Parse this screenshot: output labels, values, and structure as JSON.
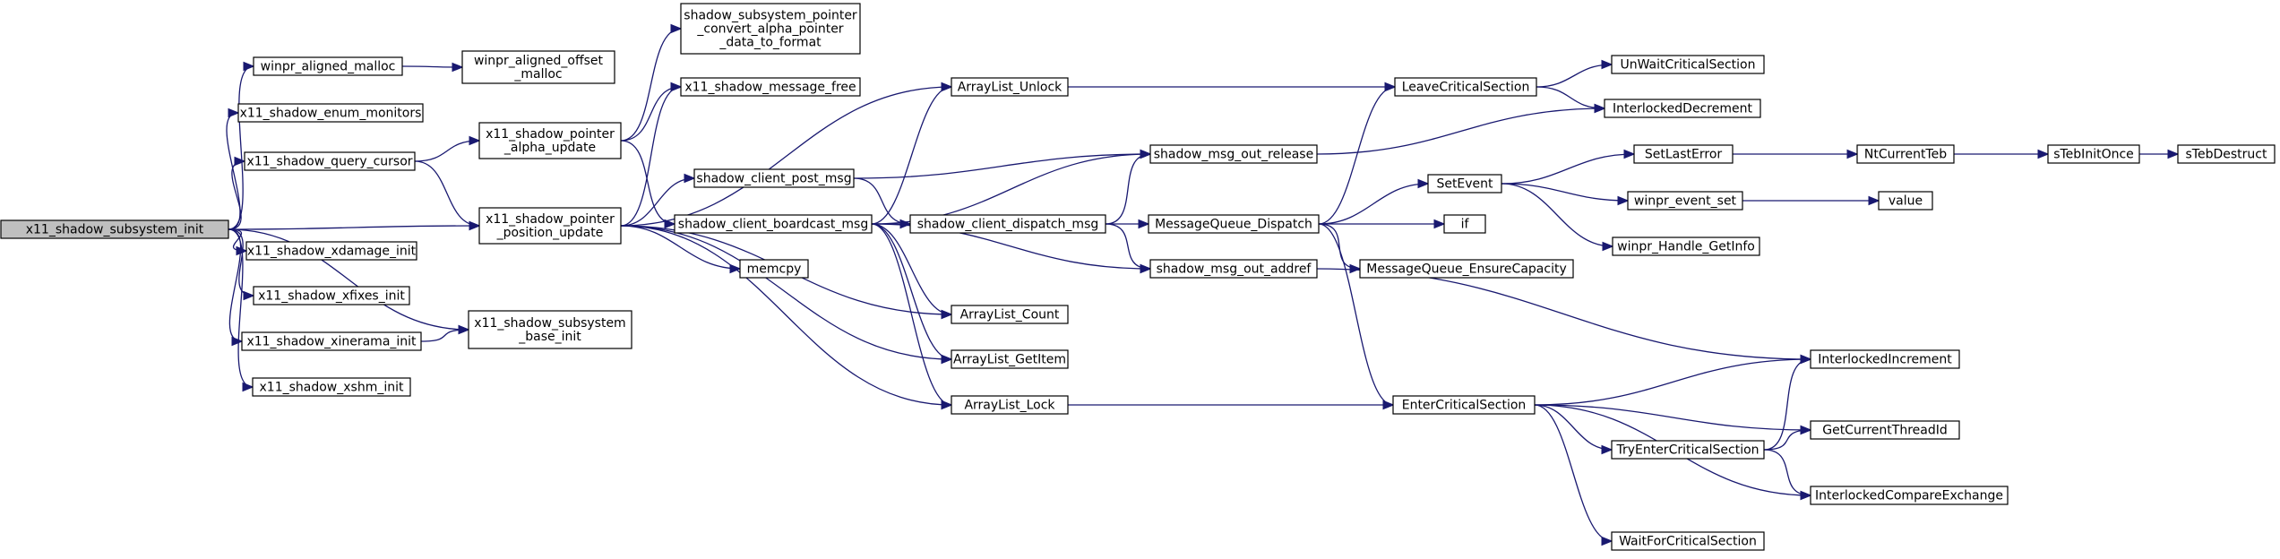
{
  "graph": {
    "root": "x11_shadow_subsystem_init",
    "nodes": [
      {
        "id": "root",
        "lines": [
          "x11_shadow_subsystem_init"
        ],
        "root": true
      },
      {
        "id": "winpr_aligned_malloc",
        "lines": [
          "winpr_aligned_malloc"
        ]
      },
      {
        "id": "winpr_aligned_offset_malloc",
        "lines": [
          "winpr_aligned_offset",
          "_malloc"
        ]
      },
      {
        "id": "x11_shadow_enum_monitors",
        "lines": [
          "x11_shadow_enum_monitors"
        ]
      },
      {
        "id": "x11_shadow_query_cursor",
        "lines": [
          "x11_shadow_query_cursor"
        ]
      },
      {
        "id": "x11_shadow_pointer_alpha_update",
        "lines": [
          "x11_shadow_pointer",
          "_alpha_update"
        ]
      },
      {
        "id": "shadow_subsystem_pointer_convert",
        "lines": [
          "shadow_subsystem_pointer",
          "_convert_alpha_pointer",
          "_data_to_format"
        ]
      },
      {
        "id": "x11_shadow_message_free",
        "lines": [
          "x11_shadow_message_free"
        ]
      },
      {
        "id": "x11_shadow_pointer_position_update",
        "lines": [
          "x11_shadow_pointer",
          "_position_update"
        ]
      },
      {
        "id": "x11_shadow_xdamage_init",
        "lines": [
          "x11_shadow_xdamage_init"
        ]
      },
      {
        "id": "x11_shadow_xfixes_init",
        "lines": [
          "x11_shadow_xfixes_init"
        ]
      },
      {
        "id": "x11_shadow_xinerama_init",
        "lines": [
          "x11_shadow_xinerama_init"
        ]
      },
      {
        "id": "x11_shadow_subsystem_base_init",
        "lines": [
          "x11_shadow_subsystem",
          "_base_init"
        ]
      },
      {
        "id": "x11_shadow_xshm_init",
        "lines": [
          "x11_shadow_xshm_init"
        ]
      },
      {
        "id": "ArrayList_Unlock",
        "lines": [
          "ArrayList_Unlock"
        ]
      },
      {
        "id": "shadow_client_post_msg",
        "lines": [
          "shadow_client_post_msg"
        ]
      },
      {
        "id": "shadow_client_boardcast_msg",
        "lines": [
          "shadow_client_boardcast_msg"
        ]
      },
      {
        "id": "memcpy",
        "lines": [
          "memcpy"
        ]
      },
      {
        "id": "ArrayList_Count",
        "lines": [
          "ArrayList_Count"
        ]
      },
      {
        "id": "ArrayList_GetItem",
        "lines": [
          "ArrayList_GetItem"
        ]
      },
      {
        "id": "ArrayList_Lock",
        "lines": [
          "ArrayList_Lock"
        ]
      },
      {
        "id": "shadow_msg_out_release",
        "lines": [
          "shadow_msg_out_release"
        ]
      },
      {
        "id": "shadow_client_dispatch_msg",
        "lines": [
          "shadow_client_dispatch_msg"
        ]
      },
      {
        "id": "MessageQueue_Dispatch",
        "lines": [
          "MessageQueue_Dispatch"
        ]
      },
      {
        "id": "shadow_msg_out_addref",
        "lines": [
          "shadow_msg_out_addref"
        ]
      },
      {
        "id": "LeaveCriticalSection",
        "lines": [
          "LeaveCriticalSection"
        ]
      },
      {
        "id": "UnWaitCriticalSection",
        "lines": [
          "UnWaitCriticalSection"
        ]
      },
      {
        "id": "InterlockedDecrement",
        "lines": [
          "InterlockedDecrement"
        ]
      },
      {
        "id": "SetEvent",
        "lines": [
          "SetEvent"
        ]
      },
      {
        "id": "if",
        "lines": [
          "if"
        ]
      },
      {
        "id": "MessageQueue_EnsureCapacity",
        "lines": [
          "MessageQueue_EnsureCapacity"
        ]
      },
      {
        "id": "EnterCriticalSection",
        "lines": [
          "EnterCriticalSection"
        ]
      },
      {
        "id": "SetLastError",
        "lines": [
          "SetLastError"
        ]
      },
      {
        "id": "winpr_event_set",
        "lines": [
          "winpr_event_set"
        ]
      },
      {
        "id": "winpr_Handle_GetInfo",
        "lines": [
          "winpr_Handle_GetInfo"
        ]
      },
      {
        "id": "NtCurrentTeb",
        "lines": [
          "NtCurrentTeb"
        ]
      },
      {
        "id": "sTebInitOnce",
        "lines": [
          "sTebInitOnce"
        ]
      },
      {
        "id": "sTebDestruct",
        "lines": [
          "sTebDestruct"
        ]
      },
      {
        "id": "value",
        "lines": [
          "value"
        ]
      },
      {
        "id": "InterlockedIncrement",
        "lines": [
          "InterlockedIncrement"
        ]
      },
      {
        "id": "GetCurrentThreadId",
        "lines": [
          "GetCurrentThreadId"
        ]
      },
      {
        "id": "TryEnterCriticalSection",
        "lines": [
          "TryEnterCriticalSection"
        ]
      },
      {
        "id": "InterlockedCompareExchange",
        "lines": [
          "InterlockedCompareExchange"
        ]
      },
      {
        "id": "WaitForCriticalSection",
        "lines": [
          "WaitForCriticalSection"
        ]
      }
    ],
    "edges": [
      [
        "root",
        "winpr_aligned_malloc"
      ],
      [
        "root",
        "x11_shadow_enum_monitors"
      ],
      [
        "root",
        "x11_shadow_query_cursor"
      ],
      [
        "root",
        "x11_shadow_pointer_position_update"
      ],
      [
        "root",
        "x11_shadow_xdamage_init"
      ],
      [
        "root",
        "x11_shadow_xfixes_init"
      ],
      [
        "root",
        "x11_shadow_xinerama_init"
      ],
      [
        "root",
        "x11_shadow_subsystem_base_init"
      ],
      [
        "root",
        "x11_shadow_xshm_init"
      ],
      [
        "winpr_aligned_malloc",
        "winpr_aligned_offset_malloc"
      ],
      [
        "x11_shadow_query_cursor",
        "x11_shadow_pointer_alpha_update"
      ],
      [
        "x11_shadow_query_cursor",
        "x11_shadow_pointer_position_update"
      ],
      [
        "x11_shadow_xinerama_init",
        "x11_shadow_subsystem_base_init"
      ],
      [
        "x11_shadow_pointer_alpha_update",
        "shadow_subsystem_pointer_convert"
      ],
      [
        "x11_shadow_pointer_alpha_update",
        "x11_shadow_message_free"
      ],
      [
        "x11_shadow_pointer_alpha_update",
        "shadow_client_boardcast_msg"
      ],
      [
        "x11_shadow_pointer_position_update",
        "x11_shadow_message_free"
      ],
      [
        "x11_shadow_pointer_position_update",
        "shadow_client_post_msg"
      ],
      [
        "x11_shadow_pointer_position_update",
        "memcpy"
      ],
      [
        "x11_shadow_pointer_position_update",
        "ArrayList_Count"
      ],
      [
        "x11_shadow_pointer_position_update",
        "ArrayList_GetItem"
      ],
      [
        "x11_shadow_pointer_position_update",
        "ArrayList_Lock"
      ],
      [
        "x11_shadow_pointer_position_update",
        "ArrayList_Unlock"
      ],
      [
        "shadow_client_post_msg",
        "shadow_msg_out_release"
      ],
      [
        "shadow_client_post_msg",
        "shadow_client_dispatch_msg"
      ],
      [
        "shadow_client_boardcast_msg",
        "ArrayList_Unlock"
      ],
      [
        "shadow_client_boardcast_msg",
        "shadow_msg_out_release"
      ],
      [
        "shadow_client_boardcast_msg",
        "shadow_client_dispatch_msg"
      ],
      [
        "shadow_client_boardcast_msg",
        "shadow_msg_out_addref"
      ],
      [
        "shadow_client_boardcast_msg",
        "ArrayList_Count"
      ],
      [
        "shadow_client_boardcast_msg",
        "ArrayList_GetItem"
      ],
      [
        "shadow_client_boardcast_msg",
        "ArrayList_Lock"
      ],
      [
        "shadow_client_dispatch_msg",
        "shadow_msg_out_release"
      ],
      [
        "shadow_client_dispatch_msg",
        "MessageQueue_Dispatch"
      ],
      [
        "shadow_client_dispatch_msg",
        "shadow_msg_out_addref"
      ],
      [
        "ArrayList_Unlock",
        "LeaveCriticalSection"
      ],
      [
        "ArrayList_Lock",
        "EnterCriticalSection"
      ],
      [
        "shadow_msg_out_release",
        "InterlockedDecrement"
      ],
      [
        "shadow_msg_out_addref",
        "InterlockedIncrement"
      ],
      [
        "MessageQueue_Dispatch",
        "LeaveCriticalSection"
      ],
      [
        "MessageQueue_Dispatch",
        "SetEvent"
      ],
      [
        "MessageQueue_Dispatch",
        "if"
      ],
      [
        "MessageQueue_Dispatch",
        "MessageQueue_EnsureCapacity"
      ],
      [
        "MessageQueue_Dispatch",
        "EnterCriticalSection"
      ],
      [
        "LeaveCriticalSection",
        "UnWaitCriticalSection"
      ],
      [
        "LeaveCriticalSection",
        "InterlockedDecrement"
      ],
      [
        "SetEvent",
        "SetLastError"
      ],
      [
        "SetEvent",
        "winpr_event_set"
      ],
      [
        "SetEvent",
        "winpr_Handle_GetInfo"
      ],
      [
        "SetLastError",
        "NtCurrentTeb"
      ],
      [
        "NtCurrentTeb",
        "sTebInitOnce"
      ],
      [
        "sTebInitOnce",
        "sTebDestruct"
      ],
      [
        "winpr_event_set",
        "value"
      ],
      [
        "EnterCriticalSection",
        "InterlockedIncrement"
      ],
      [
        "EnterCriticalSection",
        "GetCurrentThreadId"
      ],
      [
        "EnterCriticalSection",
        "TryEnterCriticalSection"
      ],
      [
        "EnterCriticalSection",
        "InterlockedCompareExchange"
      ],
      [
        "EnterCriticalSection",
        "WaitForCriticalSection"
      ],
      [
        "TryEnterCriticalSection",
        "InterlockedIncrement"
      ],
      [
        "TryEnterCriticalSection",
        "GetCurrentThreadId"
      ],
      [
        "TryEnterCriticalSection",
        "InterlockedCompareExchange"
      ]
    ]
  }
}
